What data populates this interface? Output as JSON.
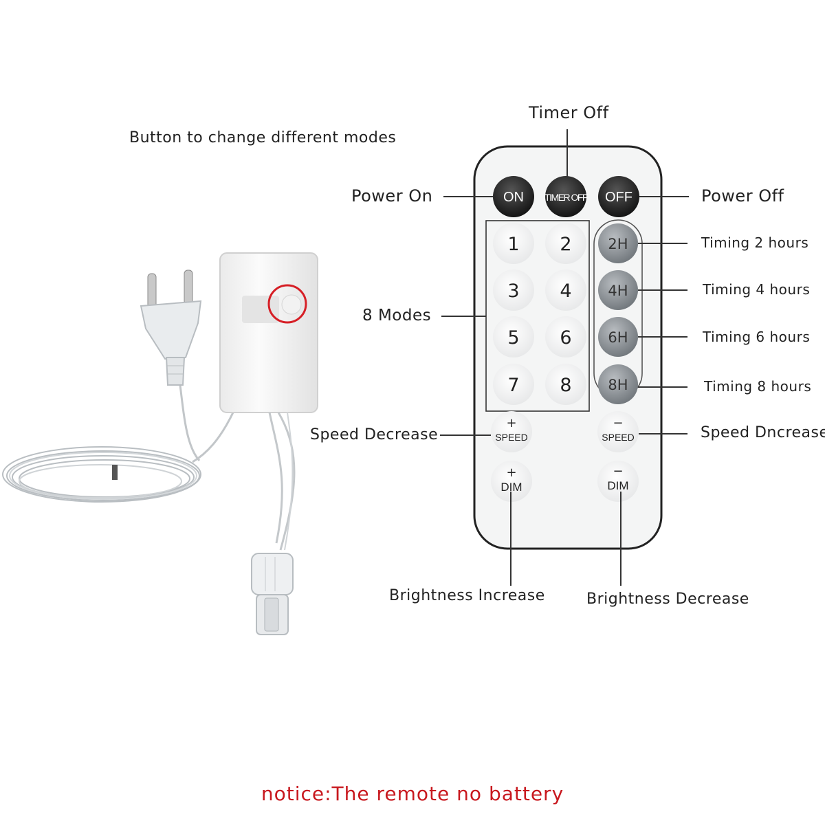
{
  "labels": {
    "mode_button_caption": "Button to change different modes",
    "timer_off": "Timer Off",
    "power_on": "Power On",
    "power_off": "Power Off",
    "timing_2": "Timing 2 hours",
    "timing_4": "Timing 4 hours",
    "timing_6": "Timing 6 hours",
    "timing_8": "Timing 8 hours",
    "modes": "8 Modes",
    "speed_decrease": "Speed Decrease",
    "speed_increase": "Speed Dncrease",
    "brightness_increase": "Brightness Increase",
    "brightness_decrease": "Brightness Decrease"
  },
  "remote": {
    "top_buttons": [
      "ON",
      "TIMER OFF",
      "OFF"
    ],
    "mode_buttons": [
      "1",
      "2",
      "3",
      "4",
      "5",
      "6",
      "7",
      "8"
    ],
    "timer_buttons": [
      "2H",
      "4H",
      "6H",
      "8H"
    ],
    "speed_plus": "+",
    "speed_minus": "−",
    "speed_text": "SPEED",
    "dim_plus": "+",
    "dim_minus": "−",
    "dim_text": "DIM"
  },
  "notice": "notice:The remote no battery",
  "colors": {
    "notice": "#c8181e",
    "highlight_circle": "#d61f26",
    "remote_outline": "#222222"
  }
}
